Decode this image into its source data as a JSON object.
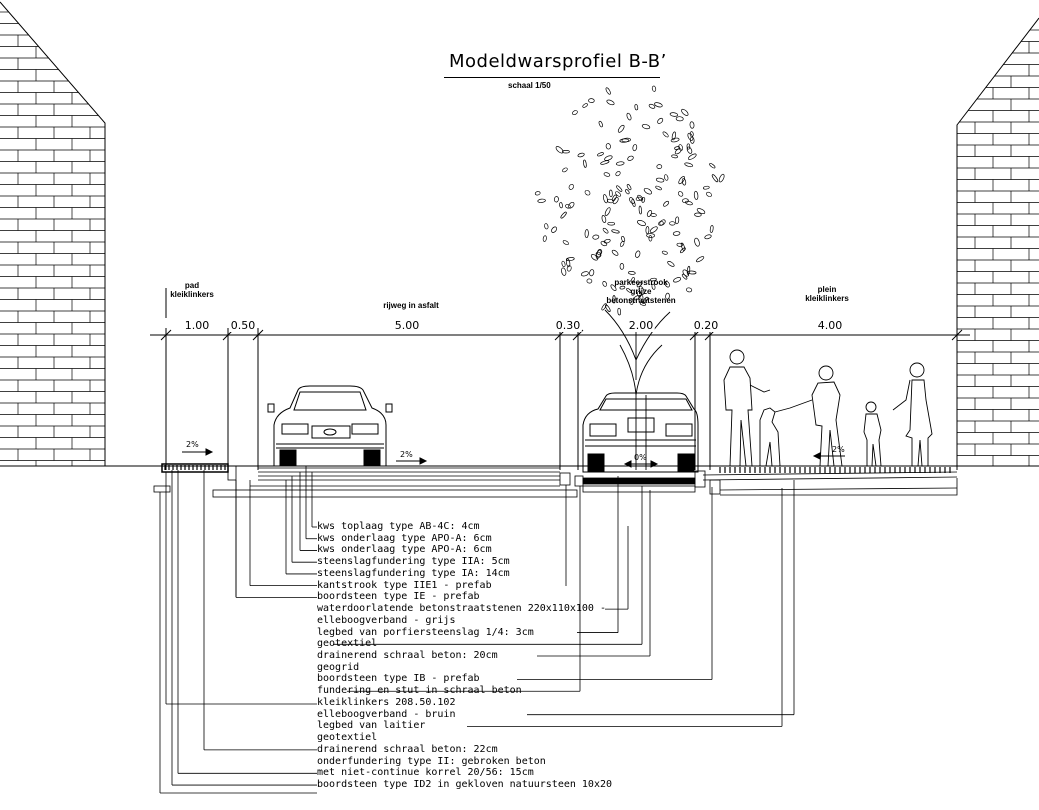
{
  "title": "Modeldwarsprofiel B-B’",
  "scale": "schaal 1/50",
  "zones": [
    {
      "id": "pad",
      "lines": [
        "pad",
        "kleiklinkers"
      ]
    },
    {
      "id": "rijweg",
      "lines": [
        "rijweg in asfalt"
      ]
    },
    {
      "id": "parkeerstrook",
      "lines": [
        "parkeerstrook",
        "grijze",
        "betonstraatstenen"
      ]
    },
    {
      "id": "plein",
      "lines": [
        "plein",
        "kleiklinkers"
      ]
    }
  ],
  "dimensions": [
    "1.00",
    "0.50",
    "5.00",
    "0.30",
    "2.00",
    "0.20",
    "4.00"
  ],
  "slopes": [
    "2%",
    "2%",
    "0%",
    "2%"
  ],
  "legend": [
    "kws toplaag type AB-4C: 4cm",
    "kws onderlaag type APO-A: 6cm",
    "kws onderlaag type APO-A: 6cm",
    "steenslagfundering type IIA: 5cm",
    "steenslagfundering type IA: 14cm",
    "kantstrook type IIE1 - prefab",
    "boordsteen type IE - prefab",
    "waterdoorlatende betonstraatstenen 220x110x100 -",
    "elleboogverband - grijs",
    "legbed van porfiersteenslag 1/4: 3cm",
    "geotextiel",
    "drainerend schraal beton: 20cm",
    "geogrid",
    "boordsteen type IB  - prefab",
    "fundering en stut in schraal beton",
    "kleiklinkers 208.50.102",
    "elleboogverband - bruin",
    "legbed van laitier",
    "geotextiel",
    "drainerend schraal beton: 22cm",
    "onderfundering type II: gebroken beton",
    "met niet-continue korrel 20/56: 15cm",
    "boordsteen type ID2 in gekloven natuursteen 10x20"
  ]
}
